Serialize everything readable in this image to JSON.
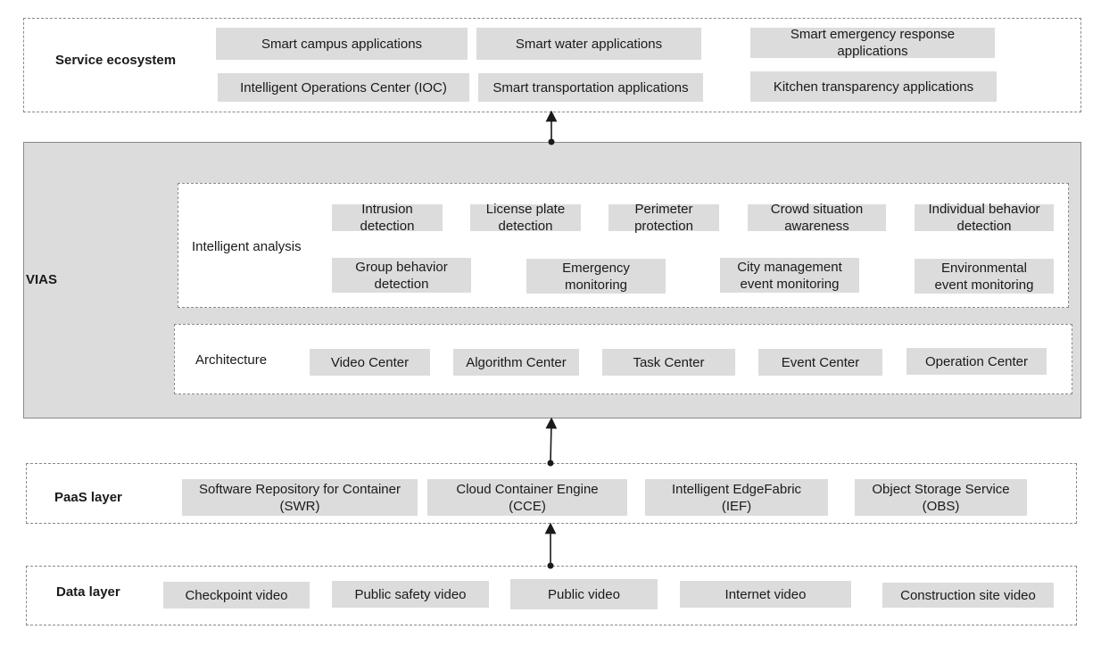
{
  "service_ecosystem": {
    "title": "Service ecosystem",
    "items": [
      "Smart campus applications",
      "Smart water applications",
      "Smart emergency response\napplications",
      "Intelligent Operations Center (IOC)",
      "Smart transportation applications",
      "Kitchen transparency applications"
    ]
  },
  "vias": {
    "title": "VIAS",
    "intelligent_analysis": {
      "label": "Intelligent analysis",
      "items": [
        "Intrusion\ndetection",
        "License plate\ndetection",
        "Perimeter\nprotection",
        "Crowd situation\nawareness",
        "Individual behavior\ndetection",
        "Group behavior\ndetection",
        "Emergency\nmonitoring",
        "City management\nevent monitoring",
        "Environmental\nevent monitoring"
      ]
    },
    "architecture": {
      "label": "Architecture",
      "items": [
        "Video Center",
        "Algorithm Center",
        "Task Center",
        "Event Center",
        "Operation Center"
      ]
    }
  },
  "paas_layer": {
    "title": "PaaS layer",
    "items": [
      "Software Repository for Container\n(SWR)",
      "Cloud Container Engine\n(CCE)",
      "Intelligent EdgeFabric\n(IEF)",
      "Object Storage Service\n(OBS)"
    ]
  },
  "data_layer": {
    "title": "Data layer",
    "items": [
      "Checkpoint video",
      "Public safety video",
      "Public video",
      "Internet video",
      "Construction site video"
    ]
  },
  "colors": {
    "box_fill": "#dcdcdc",
    "border": "#8a8a8a",
    "arrow": "#1a1a1a"
  }
}
